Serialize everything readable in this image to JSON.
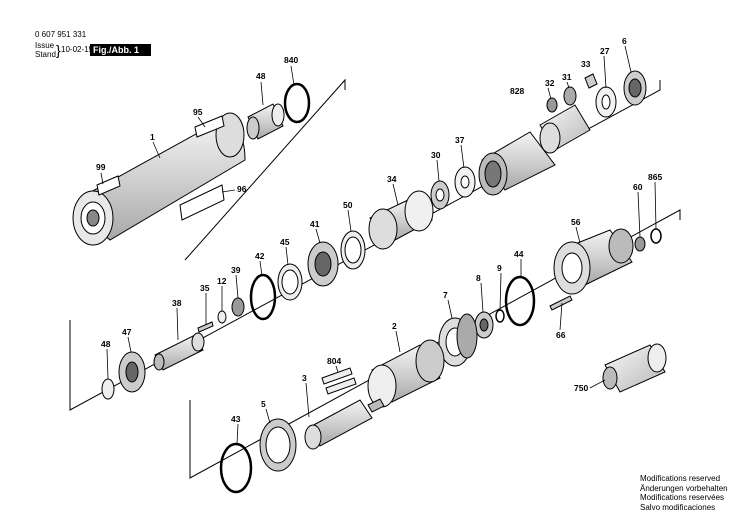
{
  "header": {
    "part_number": "0 607 951 331",
    "issue_label": "Issue",
    "stand_label": "Stand",
    "date": "10-02-15",
    "figure": "Fig./Abb. 1"
  },
  "notes": [
    "Modifications reserved",
    "Änderungen vorbehalten",
    "Modifications reservées",
    "Salvo modificaciones"
  ],
  "callouts": {
    "p1": "1",
    "p99": "99",
    "p95": "95",
    "p96": "96",
    "p48a": "48",
    "p840": "840",
    "p828": "828",
    "p32": "32",
    "p31": "31",
    "p33": "33",
    "p27": "27",
    "p6": "6",
    "p37": "37",
    "p30": "30",
    "p34": "34",
    "p50": "50",
    "p41": "41",
    "p45": "45",
    "p42": "42",
    "p39": "39",
    "p12": "12",
    "p35": "35",
    "p38": "38",
    "p47": "47",
    "p48b": "48",
    "p56": "56",
    "p60": "60",
    "p865": "865",
    "p44": "44",
    "p9": "9",
    "p8": "8",
    "p7": "7",
    "p66": "66",
    "p2": "2",
    "p804": "804",
    "p3": "3",
    "p5": "5",
    "p43": "43",
    "p750": "750"
  }
}
